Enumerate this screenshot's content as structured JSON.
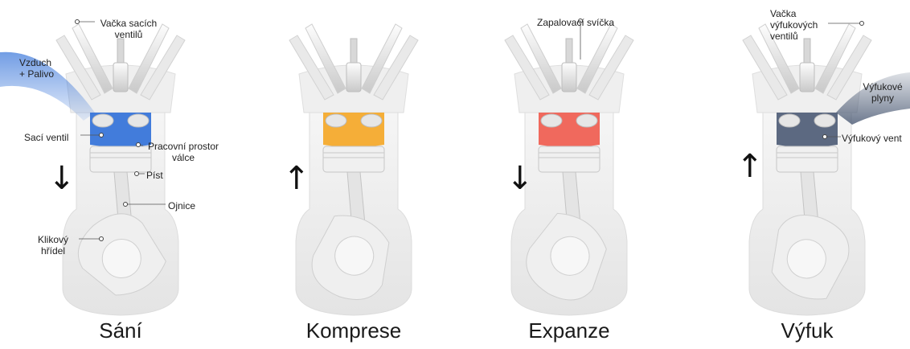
{
  "colors": {
    "intake": "#2f6fd8",
    "compression": "#f5a623",
    "expansion": "#ef5a4c",
    "exhaust": "#4b5a74",
    "engine_body": "#ececec",
    "arrow": "#111111"
  },
  "stages": [
    {
      "id": "intake",
      "title": "Sání",
      "direction": "down",
      "arrow_glyph": "↓"
    },
    {
      "id": "compression",
      "title": "Komprese",
      "direction": "up",
      "arrow_glyph": "↑"
    },
    {
      "id": "expansion",
      "title": "Expanze",
      "direction": "down",
      "arrow_glyph": "↓"
    },
    {
      "id": "exhaust",
      "title": "Výfuk",
      "direction": "up",
      "arrow_glyph": "↑"
    }
  ],
  "labels": {
    "intake_cam": "Vačka sacích\nventilů",
    "air_fuel": "Vzduch\n+ Palivo",
    "intake_valve": "Sací ventil",
    "chamber": "Pracovní prostor\nválce",
    "piston": "Píst",
    "conrod": "Ojnice",
    "crankshaft": "Klikový\nhřídel",
    "spark_plug": "Zapalovací svíčka",
    "exhaust_cam": "Vačka\nvýfukových\nventilů",
    "exhaust_gas": "Výfukové\nplyny",
    "exhaust_valve": "Výfukový vent"
  }
}
